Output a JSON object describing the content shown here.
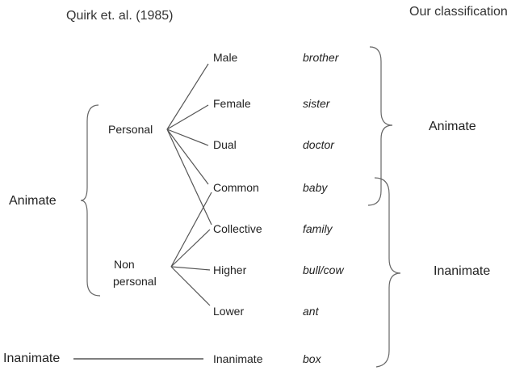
{
  "headers": {
    "left": "Quirk et. al. (1985)",
    "right": "Our classification"
  },
  "left_groups": {
    "animate": "Animate",
    "inanimate": "Inanimate"
  },
  "subgroups": {
    "personal": "Personal",
    "non_personal_line1": "Non",
    "non_personal_line2": "personal"
  },
  "categories": [
    "Male",
    "Female",
    "Dual",
    "Common",
    "Collective",
    "Higher",
    "Lower",
    "Inanimate"
  ],
  "examples": [
    "brother",
    "sister",
    "doctor",
    "baby",
    "family",
    "bull/cow",
    "ant",
    "box"
  ],
  "right_groups": {
    "animate": "Animate",
    "inanimate": "Inanimate"
  },
  "colors": {
    "text": "#222222",
    "lines": "#555555"
  }
}
